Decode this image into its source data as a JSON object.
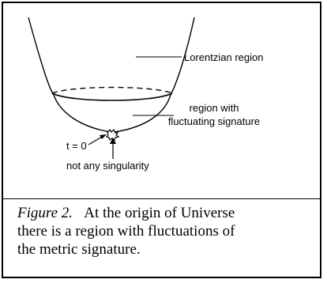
{
  "diagram": {
    "labels": {
      "lorentzian": "Lorentzian region",
      "fluct_line1": "region with",
      "fluct_line2": "fluctuating signature",
      "t0": "t = 0",
      "singularity": "not any singularity"
    }
  },
  "caption": {
    "figure_label": "Figure 2.",
    "line1": "At the origin of Universe",
    "line2": "there is a region with fluctuations of",
    "line3": "the metric signature."
  }
}
